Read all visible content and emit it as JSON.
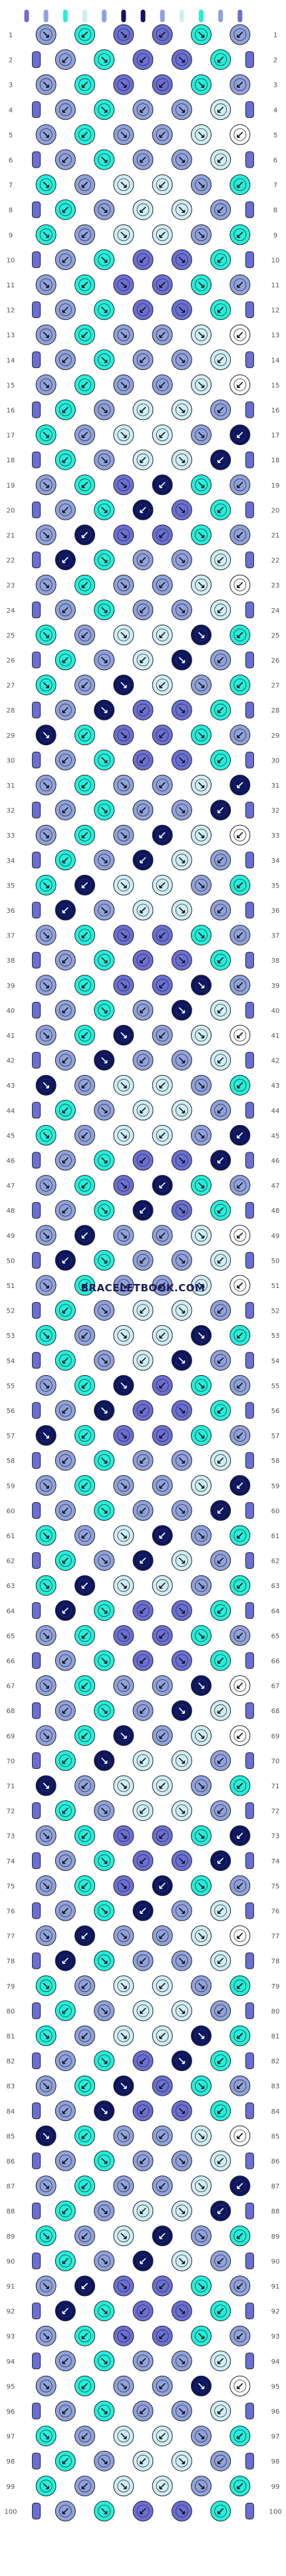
{
  "watermark": "BRACELETBOOK.COM",
  "row_count": 100,
  "strings": 12,
  "colors": {
    "navy": "#0a1563",
    "periwinkle": "#6a6fd6",
    "lavender": "#8fa2dd",
    "cyan": "#22f0dc",
    "ice": "#cfeef6",
    "white": "#ffffff"
  },
  "knot_pattern": [
    [
      "lavender",
      "cyan",
      "periwinkle",
      "periwinkle",
      "cyan",
      "lavender"
    ],
    [
      "lavender",
      "cyan",
      "lavender",
      "lavender",
      "ice",
      "white"
    ],
    [
      "cyan",
      "lavender",
      "ice",
      "ice",
      "lavender",
      "cyan"
    ]
  ],
  "rows": [
    1,
    2,
    3,
    4,
    5,
    6,
    7,
    8,
    9,
    10,
    11,
    12,
    13,
    14,
    15,
    16,
    17,
    18,
    19,
    20,
    21,
    22,
    23,
    24,
    25,
    26,
    27,
    28,
    29,
    30,
    31,
    32,
    33,
    34,
    35,
    36,
    37,
    38,
    39,
    40,
    41,
    42,
    43,
    44,
    45,
    46,
    47,
    48,
    49,
    50,
    51,
    52,
    53,
    54,
    55,
    56,
    57,
    58,
    59,
    60,
    61,
    62,
    63,
    64,
    65,
    66,
    67,
    68,
    69,
    70,
    71,
    72,
    73,
    74,
    75,
    76,
    77,
    78,
    79,
    80,
    81,
    82,
    83,
    84,
    85,
    86,
    87,
    88,
    89,
    90,
    91,
    92,
    93,
    94,
    95,
    96,
    97,
    98,
    99,
    100
  ]
}
